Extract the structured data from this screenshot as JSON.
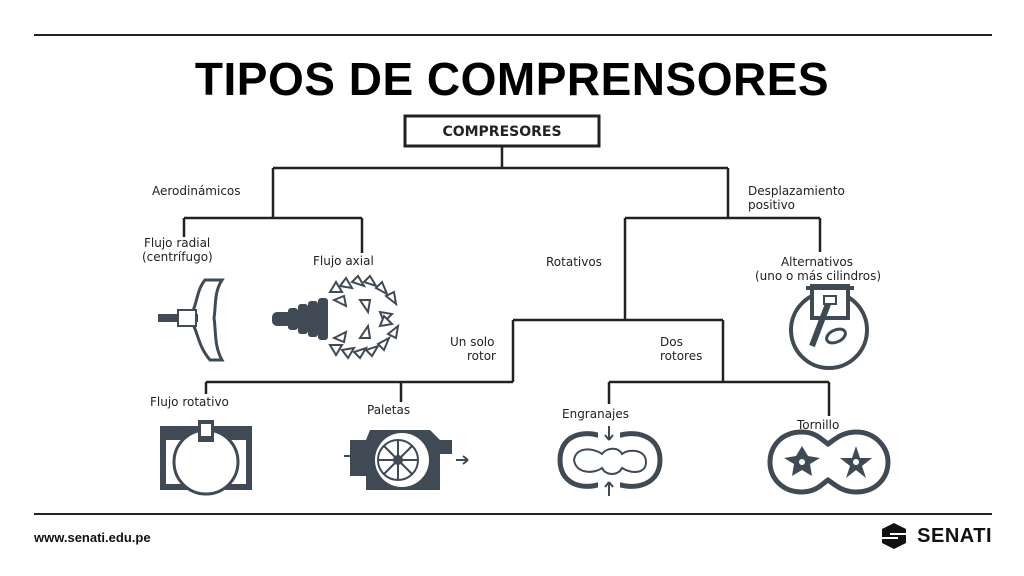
{
  "slide": {
    "title": "TIPOS DE COMPRENSORES",
    "footer_url": "www.senati.edu.pe",
    "brand": "SENATI"
  },
  "diagram": {
    "root": "COMPRESORES",
    "aerodinamicos": "Aerodinámicos",
    "desplazamiento": [
      "Desplazamiento",
      "positivo"
    ],
    "flujo_radial": [
      "Flujo radial",
      "(centrífugo)"
    ],
    "flujo_axial": "Flujo axial",
    "rotativos": "Rotativos",
    "alternativos": [
      "Alternativos",
      "(uno o más cilindros)"
    ],
    "un_solo_rotor": [
      "Un solo",
      "rotor"
    ],
    "dos_rotores": [
      "Dos",
      "rotores"
    ],
    "flujo_rotativo": "Flujo rotativo",
    "paletas": "Paletas",
    "engranajes": "Engranajes",
    "tornillo": "Tornillo"
  },
  "icons": {
    "centrifugal": "centrifugal-compressor-icon",
    "axial": "axial-compressor-icon",
    "reciprocating": "reciprocating-compressor-icon",
    "rotary_flow": "rotary-flow-compressor-icon",
    "vane": "vane-compressor-icon",
    "gear": "gear-compressor-icon",
    "screw": "screw-compressor-icon",
    "brand_logo": "senati-logo-icon"
  },
  "colors": {
    "line": "#222222",
    "icon_fill": "#3f4a55"
  }
}
